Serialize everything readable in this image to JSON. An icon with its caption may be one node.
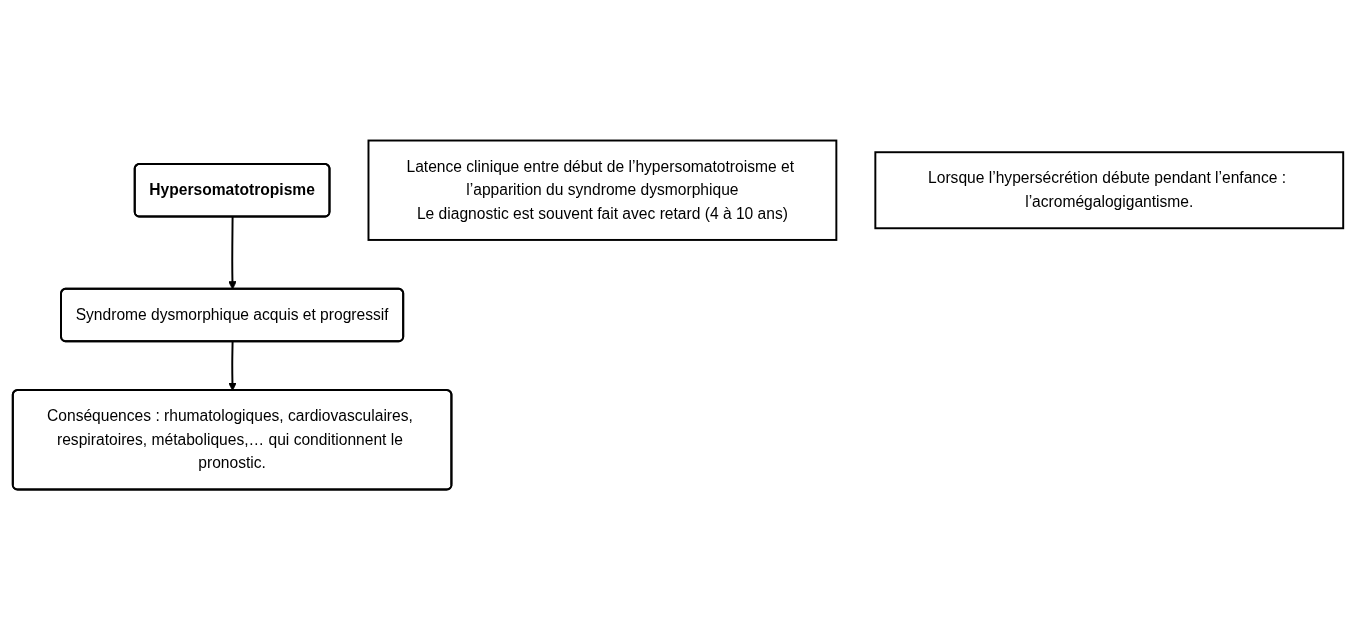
{
  "diagram": {
    "nodes": [
      {
        "text": [
          "Hypersomatotropisme"
        ]
      },
      {
        "text": [
          "Syndrome dysmorphique acquis et progressif"
        ]
      },
      {
        "text": [
          "Conséquences : rhumatologiques, cardiovasculaires, respiratoires, métaboliques,… qui conditionnent le pronostic."
        ]
      },
      {
        "text": [
          "Latence clinique entre début de l’hypersomatotroisme et l’apparition du syndrome dysmorphique",
          "Le diagnostic est souvent fait avec retard (4 à 10 ans)"
        ]
      },
      {
        "text": [
          "Lorsque l’hypersécrétion débute pendant l’enfance : l’acromégalogigantisme."
        ]
      }
    ],
    "edges": [
      {
        "from": 0,
        "to": 1,
        "arrow": "to"
      },
      {
        "from": 1,
        "to": 2,
        "arrow": "to"
      }
    ]
  }
}
